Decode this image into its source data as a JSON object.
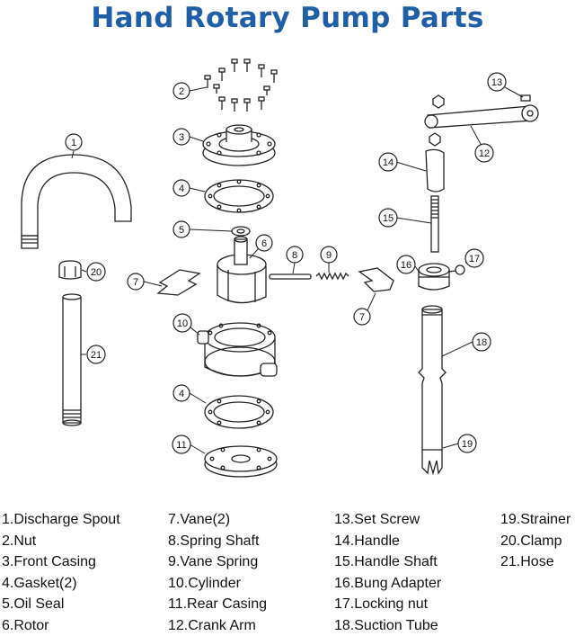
{
  "title": "Hand Rotary Pump Parts",
  "callouts": [
    "1",
    "2",
    "3",
    "4",
    "5",
    "6",
    "7",
    "8",
    "9",
    "10",
    "11",
    "12",
    "13",
    "14",
    "15",
    "16",
    "17",
    "18",
    "19",
    "20",
    "21"
  ],
  "legend": {
    "col1": [
      "1.Discharge Spout",
      "2.Nut",
      "3.Front Casing",
      "4.Gasket(2)",
      "5.Oil Seal",
      "6.Rotor"
    ],
    "col2": [
      "7.Vane(2)",
      "8.Spring Shaft",
      "9.Vane Spring",
      "10.Cylinder",
      "11.Rear Casing",
      "12.Crank Arm"
    ],
    "col3": [
      "13.Set Screw",
      "14.Handle",
      "15.Handle Shaft",
      "16.Bung Adapter",
      "17.Locking nut",
      "18.Suction Tube"
    ],
    "col4": [
      "19.Strainer",
      "20.Clamp",
      "21.Hose"
    ]
  }
}
